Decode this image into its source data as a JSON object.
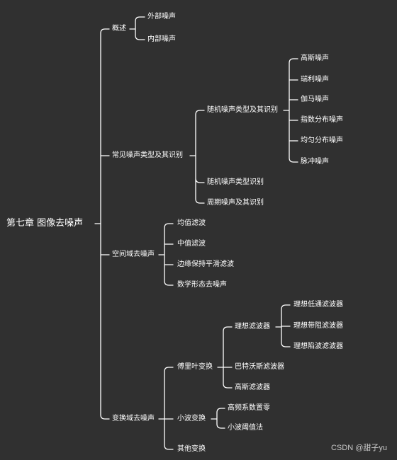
{
  "root": "第七章 图像去噪声",
  "sections": {
    "overview": {
      "label": "概述",
      "items": [
        "外部噪声",
        "内部噪声"
      ]
    },
    "types": {
      "label": "常见噪声类型及其识别",
      "random": {
        "label": "随机噪声类型及其识别",
        "items": [
          "高斯噪声",
          "瑞利噪声",
          "伽马噪声",
          "指数分布噪声",
          "均匀分布噪声",
          "脉冲噪声"
        ]
      },
      "random_identify": "随机噪声类型识别",
      "periodic": "周期噪声及其识别"
    },
    "spatial": {
      "label": "空间域去噪声",
      "items": [
        "均值滤波",
        "中值滤波",
        "边缘保持平滑滤波",
        "数学形态去噪声"
      ]
    },
    "transform": {
      "label": "变换域去噪声",
      "fourier": {
        "label": "傅里叶变换",
        "ideal": {
          "label": "理想滤波器",
          "items": [
            "理想低通滤波器",
            "理想带阻滤波器",
            "理想陷波滤波器"
          ]
        },
        "butterworth": "巴特沃斯滤波器",
        "gaussian": "高斯滤波器"
      },
      "wavelet": {
        "label": "小波变换",
        "items": [
          "高频系数置零",
          "小波阈值法"
        ]
      },
      "other": "其他变换"
    }
  },
  "watermark": "CSDN @甜子yu"
}
